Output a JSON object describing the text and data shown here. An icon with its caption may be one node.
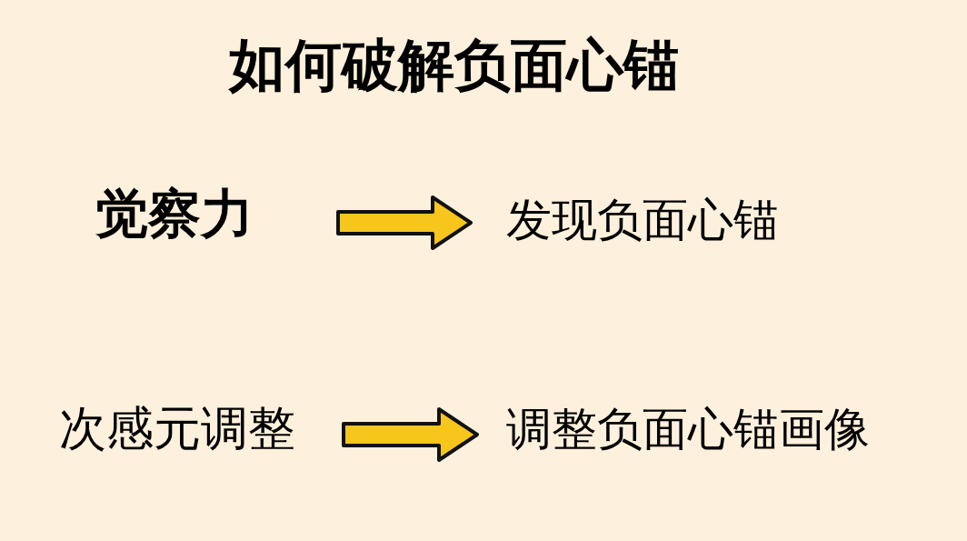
{
  "diagram": {
    "title": "如何破解负面心锚",
    "nodes": [
      {
        "text": [
          "觉察力"
        ]
      },
      {
        "text": [
          "发现负面心锚"
        ]
      },
      {
        "text": [
          "次感元调整"
        ]
      },
      {
        "text": [
          "调整负面心锚画像"
        ]
      }
    ],
    "edges": [
      {
        "from": 0,
        "to": 1,
        "arrow": "to"
      },
      {
        "from": 2,
        "to": 3,
        "arrow": "to"
      }
    ]
  }
}
